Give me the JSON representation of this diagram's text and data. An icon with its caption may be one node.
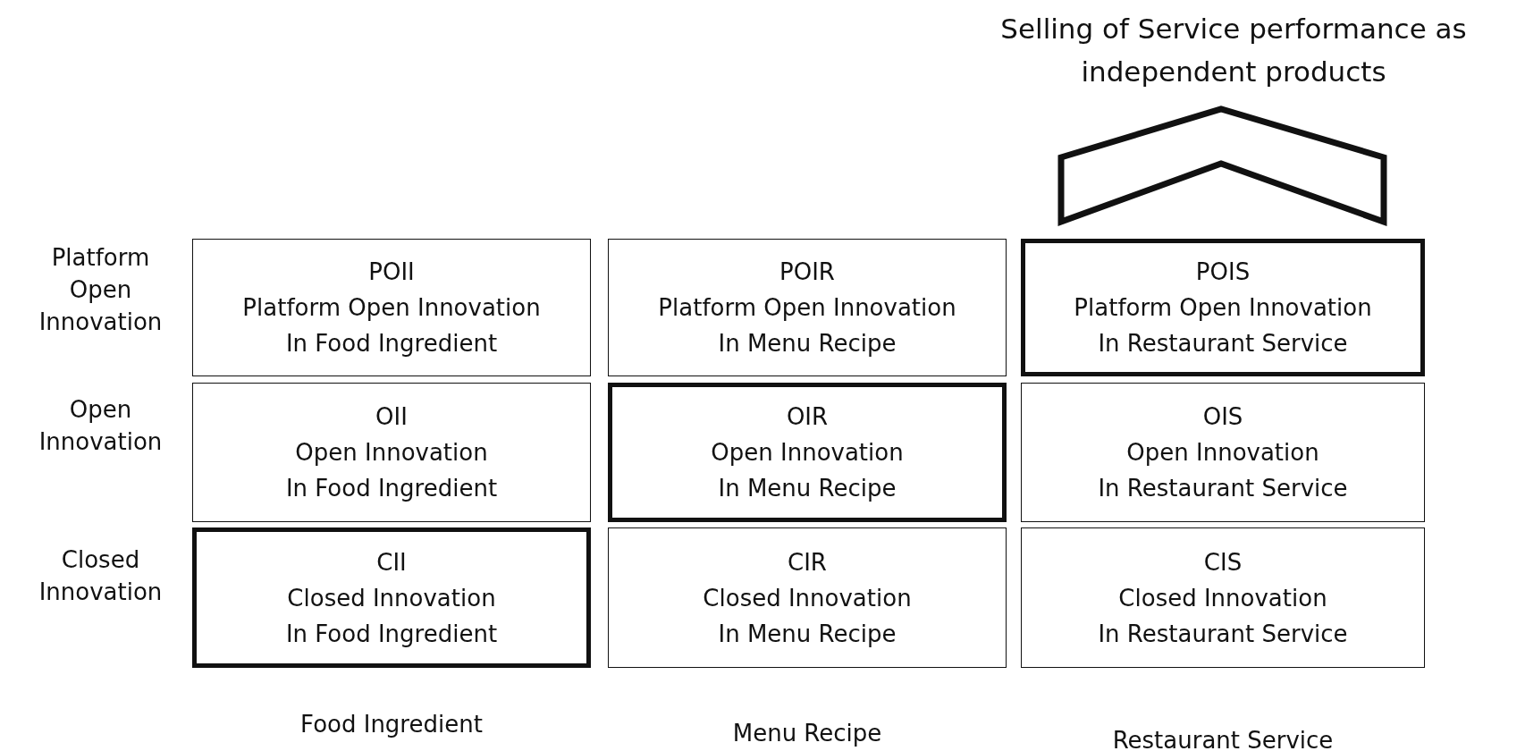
{
  "diagram": {
    "nodes": [
      {
        "text": [
          "Selling of Service performance as independent products"
        ]
      },
      {
        "text": [
          "POII",
          "Platform Open Innovation",
          "In Food Ingredient"
        ]
      },
      {
        "text": [
          "POIR",
          "Platform Open Innovation",
          "In Menu Recipe"
        ]
      },
      {
        "text": [
          "POIS",
          "Platform Open Innovation",
          "In Restaurant Service"
        ]
      },
      {
        "text": [
          "OII",
          "Open Innovation",
          "In Food Ingredient"
        ]
      },
      {
        "text": [
          "OIR",
          "Open Innovation",
          "In Menu Recipe"
        ]
      },
      {
        "text": [
          "OIS",
          "Open Innovation",
          "In Restaurant Service"
        ]
      },
      {
        "text": [
          "CII",
          "Closed Innovation",
          "In Food Ingredient"
        ]
      },
      {
        "text": [
          "CIR",
          "Closed Innovation",
          "In Menu Recipe"
        ]
      },
      {
        "text": [
          "CIS",
          "Closed Innovation",
          "In Restaurant Service"
        ]
      }
    ],
    "edges": [
      {
        "from": 3,
        "to": 0,
        "arrow": "to",
        "style": "thick"
      }
    ],
    "labels": [
      "Platform Open Innovation",
      "Open Innovation",
      "Closed Innovation",
      "Food Ingredient",
      "Menu Recipe",
      "Restaurant Service"
    ]
  }
}
